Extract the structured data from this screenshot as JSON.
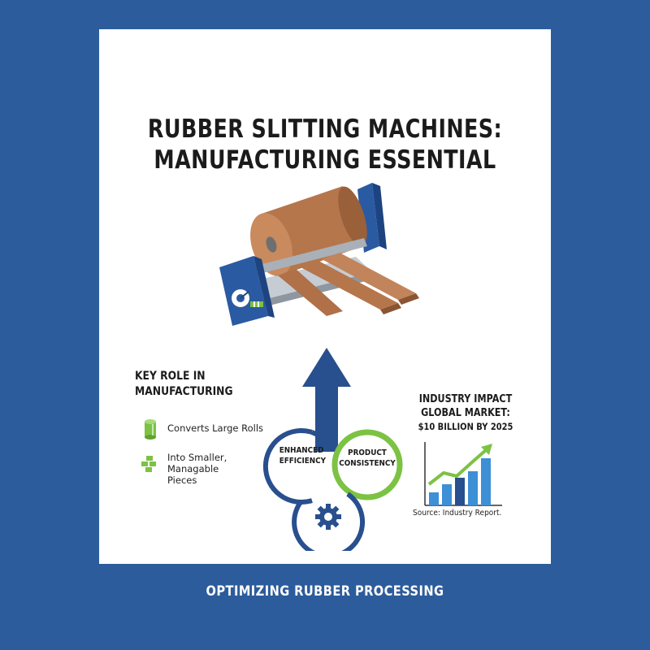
{
  "title": {
    "line1": "RUBBER SLITTING MACHINES:",
    "line2": "MANUFACTURING ESSENTIAL"
  },
  "key_role": {
    "title_line1": "KEY ROLE IN",
    "title_line2": "MANUFACTURING",
    "items": [
      {
        "icon": "rubber-roll-icon",
        "lines": [
          "Converts Large Rolls"
        ]
      },
      {
        "icon": "cut-pieces-icon",
        "lines": [
          "Into Smaller,",
          "Managable",
          "Pieces"
        ]
      }
    ]
  },
  "benefits": [
    {
      "line1": "ENHANCED",
      "line2": "EFFICIENCY"
    },
    {
      "line1": "PRODUCT",
      "line2": "CONSISTENCY"
    }
  ],
  "industry_impact": {
    "title": "INDUSTRY IMPACT",
    "line2": "GLOBAL MARKET:",
    "line3": "$10 BILLION BY 2025",
    "source": "Source: Industry Report."
  },
  "footer": "OPTIMIZING RUBBER PROCESSING",
  "colors": {
    "background": "#2c5c9b",
    "navy": "#284f8e",
    "green": "#7cc243",
    "rubber": "#b5764b"
  }
}
